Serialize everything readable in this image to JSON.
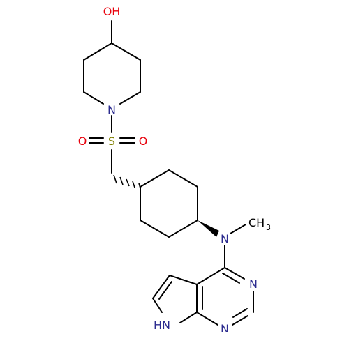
{
  "molecule": {
    "atoms": {
      "hydroxyl": "OH",
      "piperidine_n": "N",
      "sulfur": "S",
      "oxygen_left": "O",
      "oxygen_right": "O",
      "amine_n": "N",
      "methyl": "CH",
      "methyl_subscript": "3",
      "pyrimidine_n_upper": "N",
      "pyrimidine_n_lower": "N",
      "pyrrole_nh": "HN"
    },
    "colors": {
      "bond": "#000000",
      "nitrogen": "#2b2b8f",
      "oxygen": "#e8000b",
      "sulfur": "#808000"
    }
  }
}
